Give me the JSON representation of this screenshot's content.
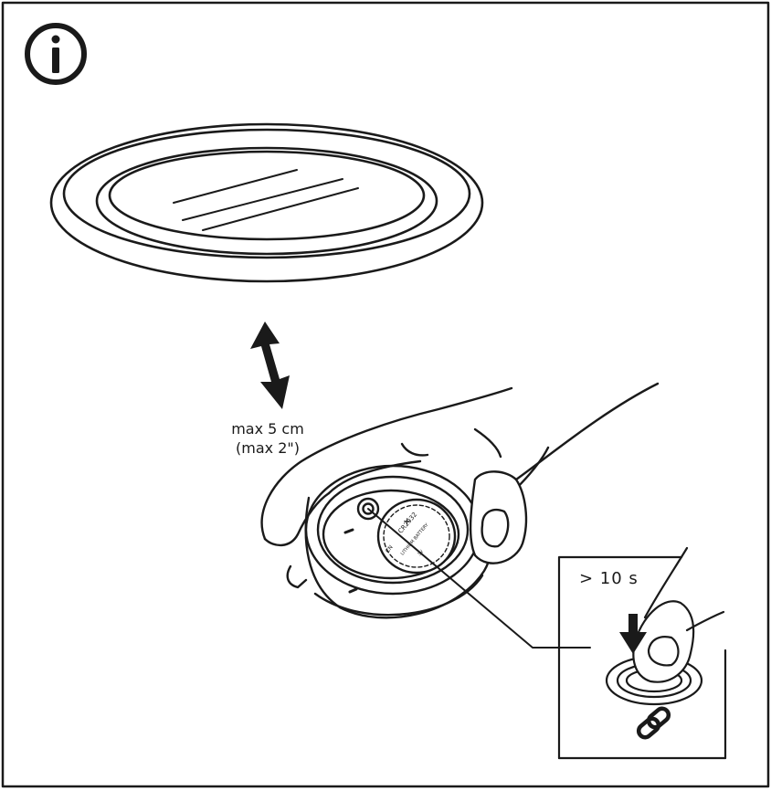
{
  "instruction": {
    "icon": "info-icon",
    "distance_label": "max 5 cm",
    "distance_label_imperial": "(max 2\")",
    "hold_label": "> 10 s",
    "battery_text": {
      "plus": "+",
      "model": "CR2032",
      "type": "LITHIUM BATTERY",
      "voltage": "3V",
      "cn": "CN"
    },
    "icons": [
      "info-icon",
      "double-arrow-icon",
      "down-arrow-icon",
      "pair-link-icon"
    ],
    "colors": {
      "line": "#1a1a1a",
      "background": "#ffffff"
    }
  }
}
